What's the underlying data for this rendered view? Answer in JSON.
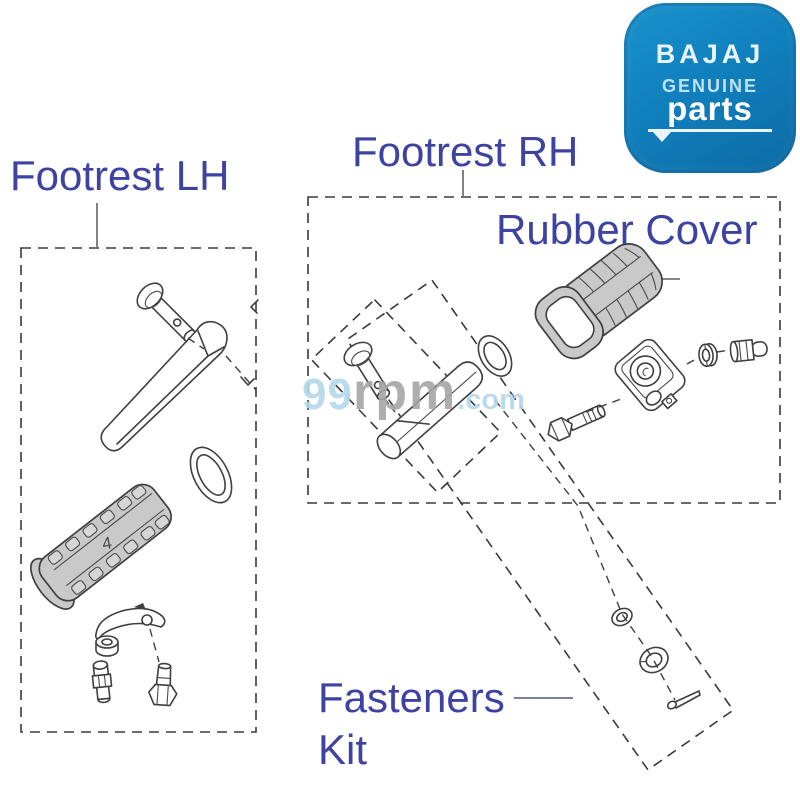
{
  "page": {
    "background": "#ffffff"
  },
  "labels": {
    "footrest_lh": "Footrest LH",
    "footrest_rh": "Footrest RH",
    "rubber_cover": "Rubber Cover",
    "fasteners_line1": "Fasteners",
    "fasteners_line2": "Kit",
    "color": "#3e43a1"
  },
  "logo": {
    "brand": "BAJAJ",
    "genuine": "GENUINE",
    "parts": "parts",
    "bg_color": "#1080bd",
    "text_color": "#e9f5fc"
  },
  "watermark": {
    "p1": "99",
    "p2": "rpm",
    "p3": ".com",
    "blue": "#b4d8eb",
    "gray": "#a6a6a6"
  },
  "diagram": {
    "pad_marking": "4",
    "line_color": "#3f3f3f",
    "part_fill_gray": "#c9c9c9",
    "assemblies": {
      "footrest_lh": [
        "clevis-pin",
        "footrest-bracket",
        "oval-gasket",
        "rubber-pad",
        "cam-lever",
        "bush-nut",
        "stud-bolt",
        "hex-bolt"
      ],
      "footrest_rh": [
        "clevis-pin",
        "footrest-arm",
        "oval-gasket",
        "rubber-cover",
        "mount-plate",
        "grommet-washer",
        "socket-bolt",
        "hex-bolt"
      ],
      "fasteners_kit": [
        "plain-washer",
        "spring-washer",
        "cotter-pin"
      ]
    }
  }
}
